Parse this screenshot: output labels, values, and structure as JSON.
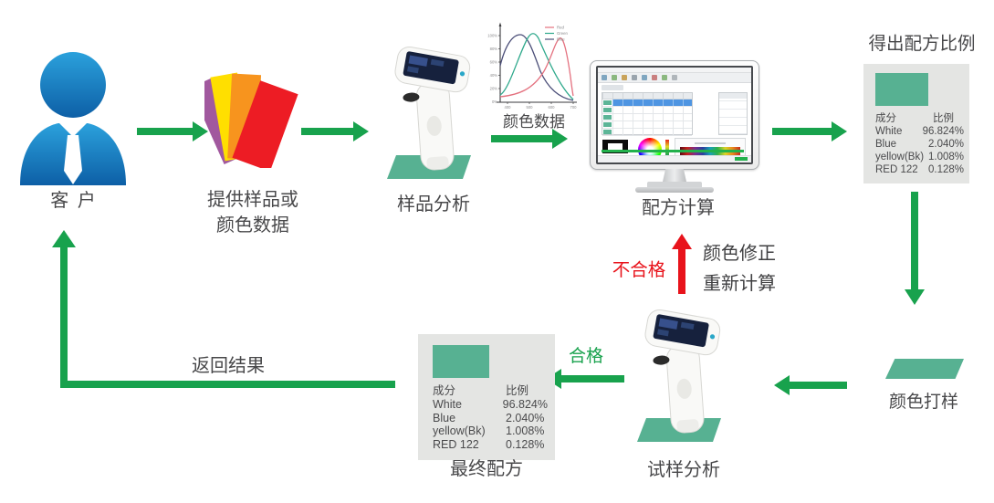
{
  "nodes": {
    "customer": {
      "label": "客 户"
    },
    "provide_sample": {
      "label_line1": "提供样品或",
      "label_line2": "颜色数据"
    },
    "sample_analysis": {
      "label": "样品分析"
    },
    "color_data": {
      "label": "颜色数据"
    },
    "formula_calculation": {
      "label": "配方计算"
    },
    "formula_result": {
      "title": "得出配方比例"
    },
    "color_proofing": {
      "label": "颜色打样"
    },
    "trial_analysis": {
      "label": "试样分析"
    },
    "final_formula": {
      "label": "最终配方"
    }
  },
  "edges": {
    "qualified": "合格",
    "not_qualified": "不合格",
    "correction_line1": "颜色修正",
    "correction_line2": "重新计算",
    "return_result": "返回结果"
  },
  "recipe": {
    "headers": [
      "成分",
      "比例"
    ],
    "rows": [
      {
        "name": "White",
        "value": "96.824%"
      },
      {
        "name": "Blue",
        "value": "2.040%"
      },
      {
        "name": "yellow(Bk)",
        "value": "1.008%"
      },
      {
        "name": "RED 122",
        "value": "0.128%"
      }
    ]
  },
  "chart_data": {
    "type": "line",
    "title": "",
    "xlabel": "",
    "ylabel": "",
    "x": [
      400,
      450,
      500,
      550,
      600,
      650,
      700
    ],
    "xticks": [
      "400",
      "500",
      "600",
      "700"
    ],
    "yticks": [
      "100%",
      "80%",
      "60%",
      "40%",
      "20%",
      "0%"
    ],
    "ylim": [
      0,
      100
    ],
    "legend_position": "top-right",
    "grid": false,
    "series": [
      {
        "name": "Red",
        "color": "#e4717f",
        "values": [
          3,
          5,
          9,
          18,
          45,
          100,
          22
        ]
      },
      {
        "name": "Green",
        "color": "#2fa98c",
        "values": [
          6,
          22,
          72,
          100,
          48,
          14,
          3
        ]
      },
      {
        "name": "Blue",
        "color": "#4b4e78",
        "values": [
          42,
          100,
          65,
          20,
          6,
          2,
          0
        ]
      }
    ]
  },
  "colors": {
    "arrow_green": "#18a24d",
    "alert_red": "#e8131b",
    "person_blue_top": "#2ba1dc",
    "person_blue_bottom": "#0d5fa6",
    "swatch_teal": "#57b192",
    "card_purple": "#a1589e",
    "card_yellow": "#ffdf00",
    "card_orange": "#f7941e",
    "card_red": "#ed1c24",
    "panel_gray": "#e4e5e3",
    "text_dark": "#4a4a4c"
  }
}
